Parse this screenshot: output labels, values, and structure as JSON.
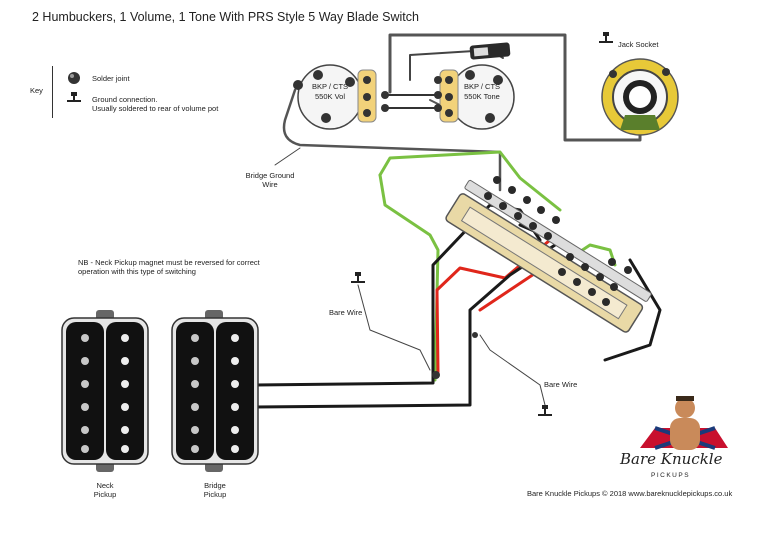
{
  "title": "2 Humbuckers, 1 Volume, 1 Tone With PRS Style 5 Way Blade Switch",
  "key": {
    "label": "Key",
    "solder_joint": "Solder joint",
    "ground_line1": "Ground connection.",
    "ground_line2": "Usually soldered to rear of volume pot"
  },
  "components": {
    "jack_socket": "Jack Socket",
    "vol_pot_line1": "BKP / CTS",
    "vol_pot_line2": "550K Vol",
    "tone_pot_line1": "BKP / CTS",
    "tone_pot_line2": "550K Tone",
    "bridge_ground_line1": "Bridge Ground",
    "bridge_ground_line2": "Wire",
    "bare_wire_left": "Bare Wire",
    "bare_wire_right": "Bare Wire",
    "neck_pickup_line1": "Neck",
    "neck_pickup_line2": "Pickup",
    "bridge_pickup_line1": "Bridge",
    "bridge_pickup_line2": "Pickup"
  },
  "note": {
    "line1": "NB - Neck Pickup magnet must be reversed for correct",
    "line2": "operation with this type of switching"
  },
  "branding": {
    "logo_name": "Bare Knuckle",
    "logo_sub": "PICKUPS",
    "footer": "Bare Knuckle Pickups © 2018   www.bareknucklepickups.co.uk"
  },
  "colors": {
    "wire_black": "#1a1a1a",
    "wire_gray": "#555555",
    "wire_green": "#7ac142",
    "wire_red": "#e0261b",
    "pot_lug": "#f2d27a",
    "switch_body": "#e9d9a6"
  }
}
